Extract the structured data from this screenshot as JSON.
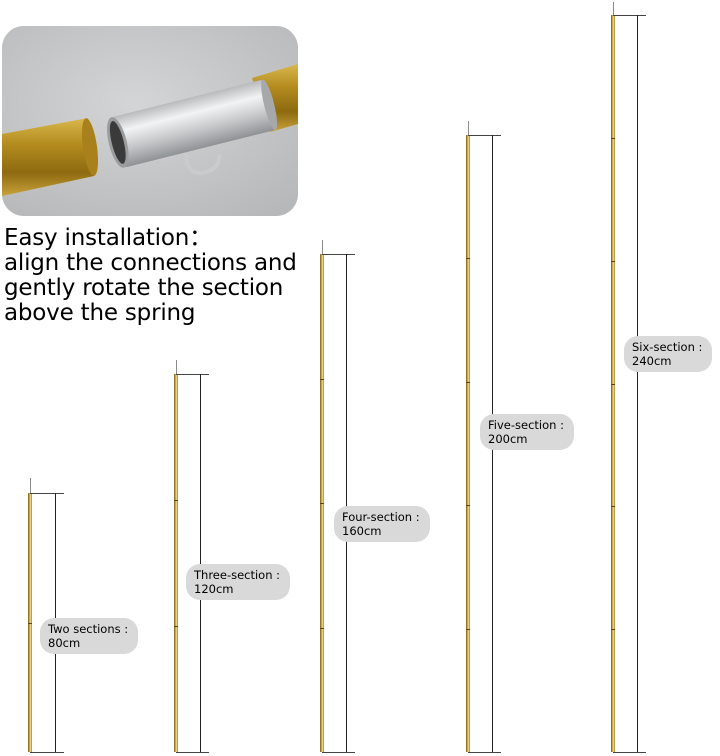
{
  "headline": {
    "line1": "Easy installation：",
    "line2": "align the connections and",
    "line3": "gently rotate the section",
    "line4": "above the spring"
  },
  "poles": [
    {
      "name": "Two sections :",
      "length": "80cm",
      "sections": 2
    },
    {
      "name": "Three-section :",
      "length": "120cm",
      "sections": 3
    },
    {
      "name": "Four-section :",
      "length": "160cm",
      "sections": 4
    },
    {
      "name": "Five-section :",
      "length": "200cm",
      "sections": 5
    },
    {
      "name": "Six-section :",
      "length": "240cm",
      "sections": 6
    }
  ],
  "colors": {
    "brass": "#c9a443",
    "silver": "#d8dadb",
    "label_bg": "#d9d9d9"
  }
}
